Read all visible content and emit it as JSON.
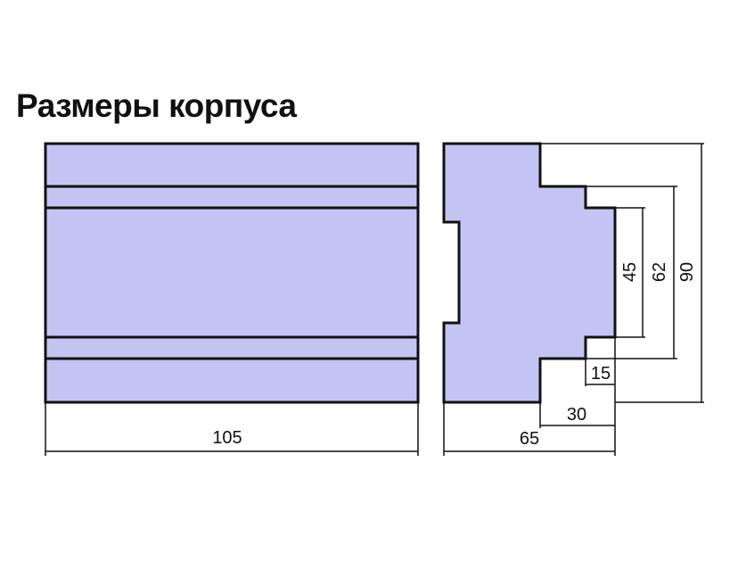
{
  "title": "Размеры корпуса",
  "body_color": "#c4c4f4",
  "line_color": "#111111",
  "dimensions": {
    "front_width": "105",
    "side_depth": "65",
    "step_30": "30",
    "step_15": "15",
    "height_45": "45",
    "height_62": "62",
    "height_90": "90"
  }
}
